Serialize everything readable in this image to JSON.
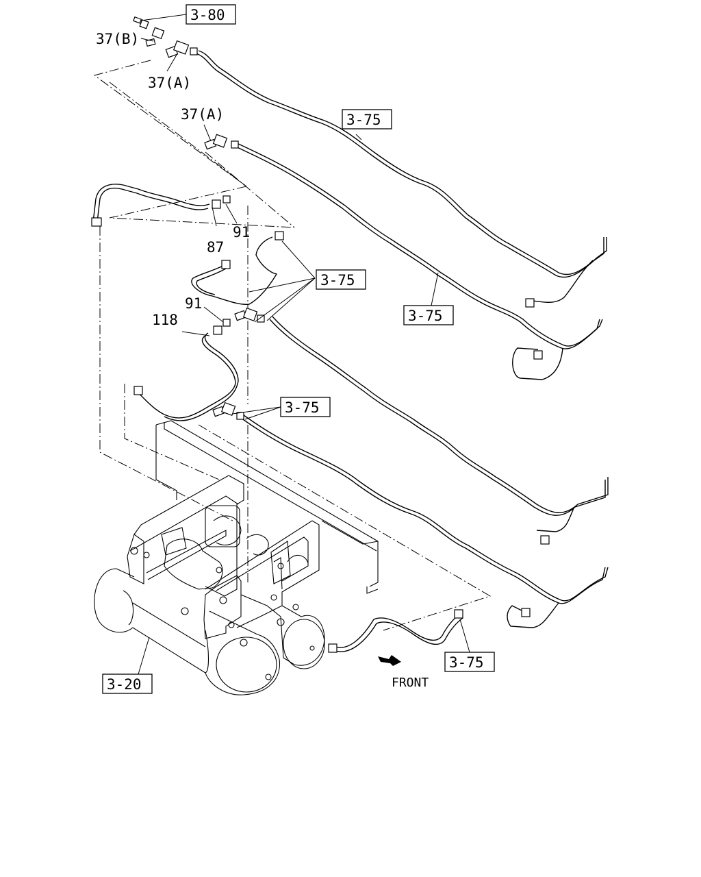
{
  "diagram": {
    "refs": {
      "r380": "3-80",
      "r375a": "3-75",
      "r375b": "3-75",
      "r375c": "3-75",
      "r375d": "3-75",
      "r375e": "3-75",
      "r320": "3-20"
    },
    "parts": {
      "p37b": "37(B)",
      "p37a_top": "37(A)",
      "p37a_mid": "37(A)",
      "p87": "87",
      "p91_top": "91",
      "p91_mid": "91",
      "p118": "118"
    },
    "front_label": "FRONT"
  }
}
